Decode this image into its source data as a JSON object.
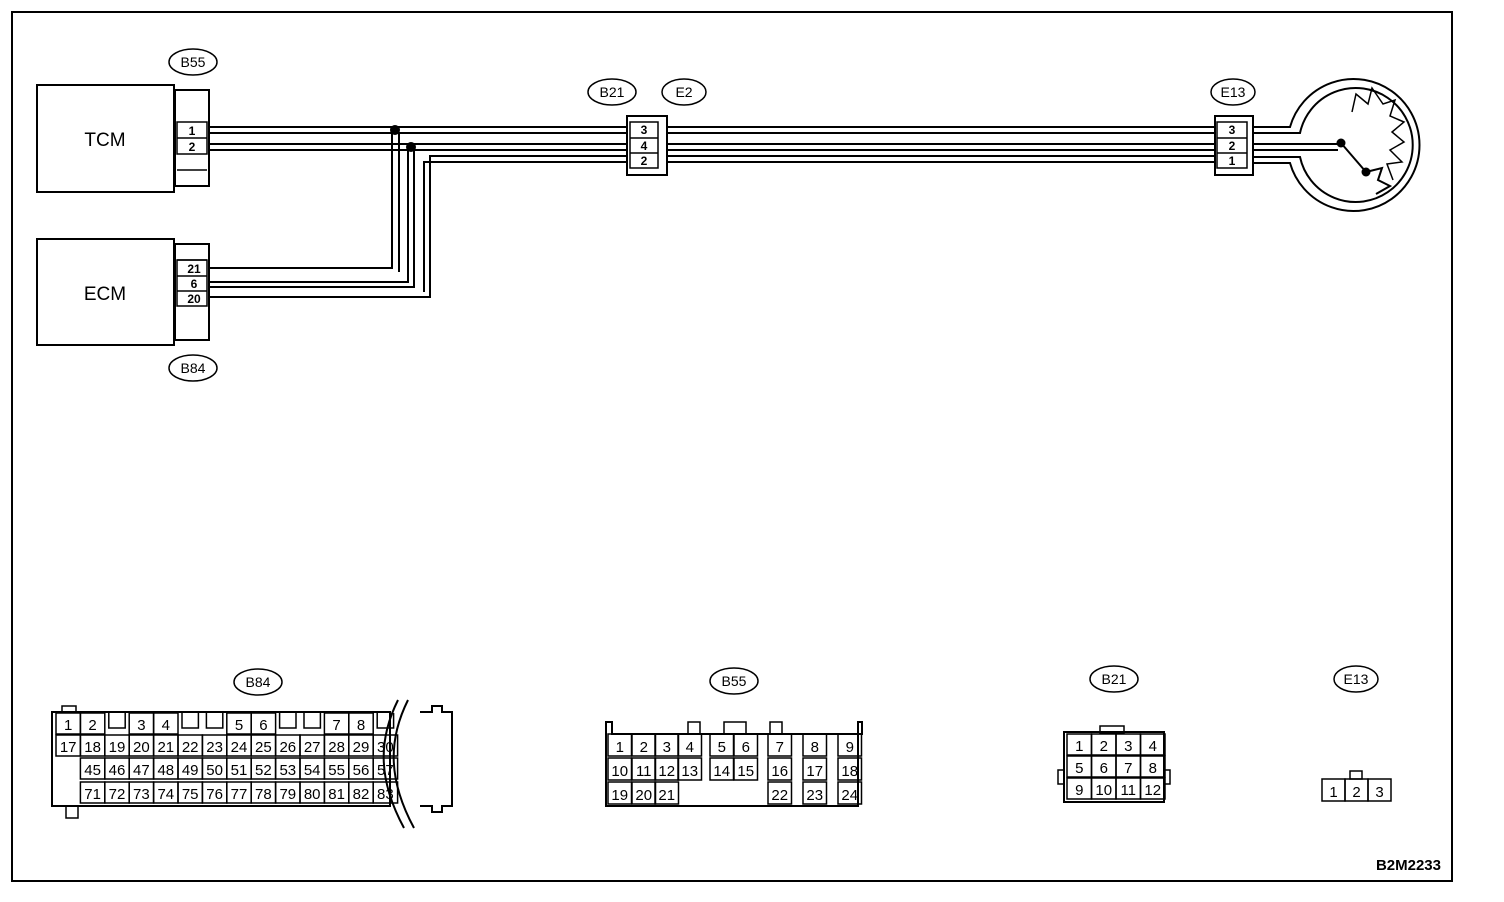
{
  "figure_code": "B2M2233",
  "modules": {
    "tcm": "TCM",
    "ecm": "ECM"
  },
  "connector_tags": {
    "b55_top": "B55",
    "b84_top": "B84",
    "b21_top": "B21",
    "e2_top": "E2",
    "e13_top": "E13",
    "b84_face": "B84",
    "b55_face": "B55",
    "b21_face": "B21",
    "e13_face": "E13"
  },
  "pins": {
    "tcm": [
      "1",
      "2"
    ],
    "ecm": [
      "21",
      "6",
      "20"
    ],
    "b21_e2": [
      "3",
      "4",
      "2"
    ],
    "e13": [
      "3",
      "2",
      "1"
    ]
  },
  "faces": {
    "b84": {
      "row1": [
        {
          "label": "1",
          "col": 0
        },
        {
          "label": "2",
          "col": 1
        },
        {
          "label": "3",
          "col": 3
        },
        {
          "label": "4",
          "col": 4
        },
        {
          "label": "5",
          "col": 7
        },
        {
          "label": "6",
          "col": 8
        },
        {
          "label": "7",
          "col": 11
        },
        {
          "label": "8",
          "col": 12
        }
      ],
      "row2": [
        "17",
        "18",
        "19",
        "20",
        "21",
        "22",
        "23",
        "24",
        "25",
        "26",
        "27",
        "28",
        "29",
        "30"
      ],
      "row3": [
        "45",
        "46",
        "47",
        "48",
        "49",
        "50",
        "51",
        "52",
        "53",
        "54",
        "55",
        "56",
        "57"
      ],
      "row4": [
        "71",
        "72",
        "73",
        "74",
        "75",
        "76",
        "77",
        "78",
        "79",
        "80",
        "81",
        "82",
        "83"
      ]
    },
    "b55": {
      "row1": [
        "1",
        "2",
        "3",
        "4",
        "5",
        "6",
        "7",
        "8",
        "9"
      ],
      "row2": [
        "10",
        "11",
        "12",
        "13",
        "14",
        "15",
        "16",
        "17",
        "18"
      ],
      "row3": [
        "19",
        "20",
        "21",
        "22",
        "23",
        "24"
      ]
    },
    "b21": {
      "rows": [
        [
          "1",
          "2",
          "3",
          "4"
        ],
        [
          "5",
          "6",
          "7",
          "8"
        ],
        [
          "9",
          "10",
          "11",
          "12"
        ]
      ]
    },
    "e13": {
      "row": [
        "1",
        "2",
        "3"
      ]
    }
  }
}
